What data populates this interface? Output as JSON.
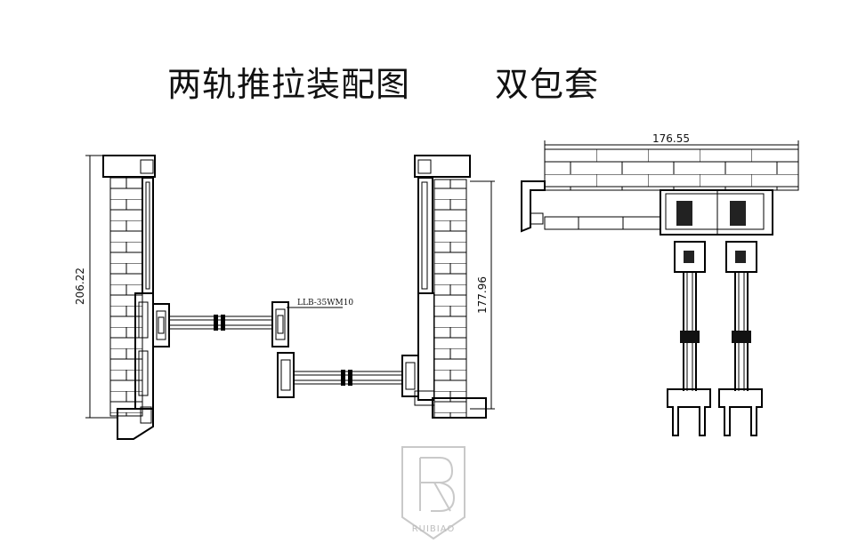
{
  "title": {
    "main": "两轨推拉装配图",
    "sub": "双包套"
  },
  "dimensions": {
    "left_height": "206.22",
    "right_height": "177.96",
    "top_width": "176.55"
  },
  "labels": {
    "profile_code": "LLB-35WM10"
  },
  "watermark": {
    "text": "RUIBIAO",
    "letters": "RB"
  }
}
